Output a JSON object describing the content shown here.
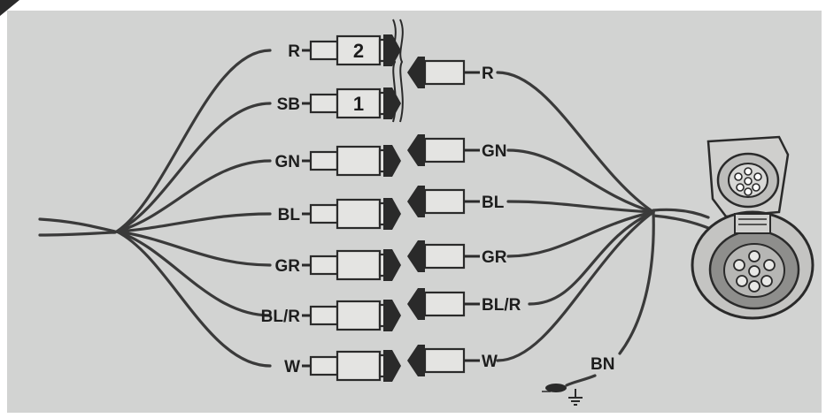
{
  "colors": {
    "panel": "#d2d3d2",
    "ink": "#2a2a2a",
    "background": "#ffffff"
  },
  "left_wires": [
    {
      "label": "R",
      "number": "2"
    },
    {
      "label": "SB",
      "number": "1"
    },
    {
      "label": "GN",
      "number": ""
    },
    {
      "label": "BL",
      "number": ""
    },
    {
      "label": "GR",
      "number": ""
    },
    {
      "label": "BL/R",
      "number": ""
    },
    {
      "label": "W",
      "number": ""
    }
  ],
  "right_wires": [
    {
      "label": "R"
    },
    {
      "label": "GN"
    },
    {
      "label": "BL"
    },
    {
      "label": "GR"
    },
    {
      "label": "BL/R"
    },
    {
      "label": "W"
    }
  ],
  "ground_wire": {
    "label": "BN",
    "icon": "ground-icon"
  },
  "socket": {
    "icon": "seven-pin-socket-icon"
  }
}
